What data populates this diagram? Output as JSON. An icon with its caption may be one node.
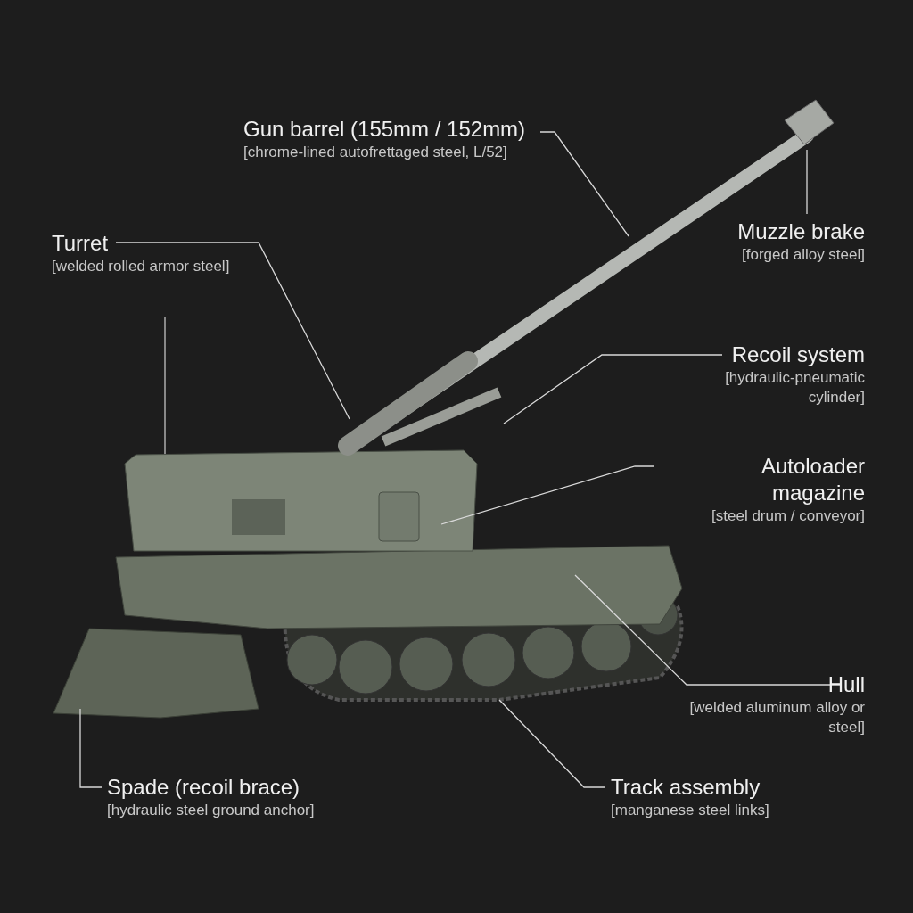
{
  "diagram": {
    "nodes": [
      {
        "text": [
          "Gun barrel (155mm / 152mm)",
          "[chrome-lined autofrettaged steel, L/52]"
        ]
      },
      {
        "text": [
          "Turret",
          "[welded rolled armor steel]"
        ]
      },
      {
        "text": [
          "Muzzle brake",
          "[forged alloy steel]"
        ]
      },
      {
        "text": [
          "Recoil system",
          "[hydraulic-pneumatic cylinder]"
        ]
      },
      {
        "text": [
          "Autoloader magazine",
          "[steel drum / conveyor]"
        ]
      },
      {
        "text": [
          "Hull",
          "[welded aluminum alloy or steel]"
        ]
      },
      {
        "text": [
          "Spade (recoil brace)",
          "[hydraulic steel ground anchor]"
        ]
      },
      {
        "text": [
          "Track assembly",
          "[manganese steel links]"
        ]
      }
    ],
    "edges": [
      {
        "from": 0,
        "to": null,
        "arrow": "none"
      },
      {
        "from": 1,
        "to": null,
        "arrow": "none"
      },
      {
        "from": 2,
        "to": null,
        "arrow": "none"
      },
      {
        "from": 3,
        "to": null,
        "arrow": "none"
      },
      {
        "from": 4,
        "to": null,
        "arrow": "none"
      },
      {
        "from": 5,
        "to": null,
        "arrow": "none"
      },
      {
        "from": 6,
        "to": null,
        "arrow": "none"
      },
      {
        "from": 7,
        "to": null,
        "arrow": "none"
      }
    ]
  }
}
